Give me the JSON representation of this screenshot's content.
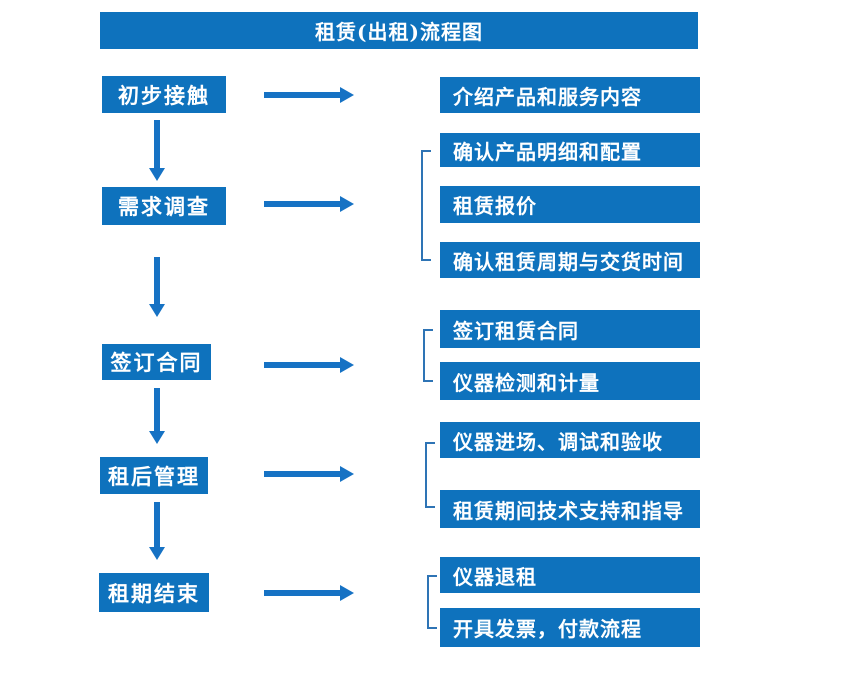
{
  "title": "租赁(出租)流程图",
  "colors": {
    "box_blue": "#0e72bd",
    "arrow_blue": "#1672c4",
    "bracket_blue": "#2e74b5",
    "text_color": "#ffffff",
    "background": "#ffffff"
  },
  "steps": [
    {
      "label": "初步接触",
      "details": [
        "介绍产品和服务内容"
      ]
    },
    {
      "label": "需求调查",
      "details": [
        "确认产品明细和配置",
        "租赁报价",
        "确认租赁周期与交货时间"
      ]
    },
    {
      "label": "签订合同",
      "details": [
        "签订租赁合同",
        "仪器检测和计量"
      ]
    },
    {
      "label": "租后管理",
      "details": [
        "仪器进场、调试和验收",
        "租赁期间技术支持和指导"
      ]
    },
    {
      "label": "租期结束",
      "details": [
        "仪器退租",
        "开具发票，付款流程"
      ]
    }
  ]
}
